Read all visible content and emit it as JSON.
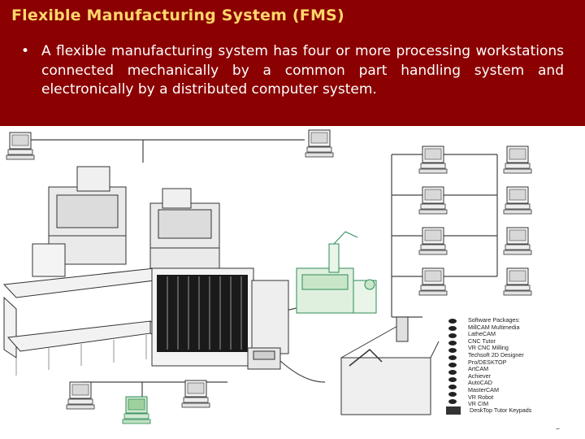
{
  "header": {
    "title": "Flexible Manufacturing System (FMS)",
    "bullet": "A flexible manufacturing system has four or more processing workstations connected mechanically by a common part handling system and electronically by a distributed computer system."
  },
  "software": {
    "items": [
      "Software Packages:",
      "MillCAM  Multimedia",
      "LatheCAM",
      "CNC Tutor",
      "VR CNC Milling",
      "Techsoft 2D Designer",
      "Pro/DESKTOP",
      "ArtCAM",
      "Achiever",
      "AutoCAD",
      "MasterCAM",
      "VR Robot",
      "VR CIM"
    ],
    "keypads": "DeskTop Tutor Keypads"
  },
  "footer": {
    "page": "–"
  },
  "colors": {
    "header_bg": "#8b0000",
    "title": "#ffd66b",
    "text": "#ffffff",
    "accent_green": "#2e8b57"
  }
}
